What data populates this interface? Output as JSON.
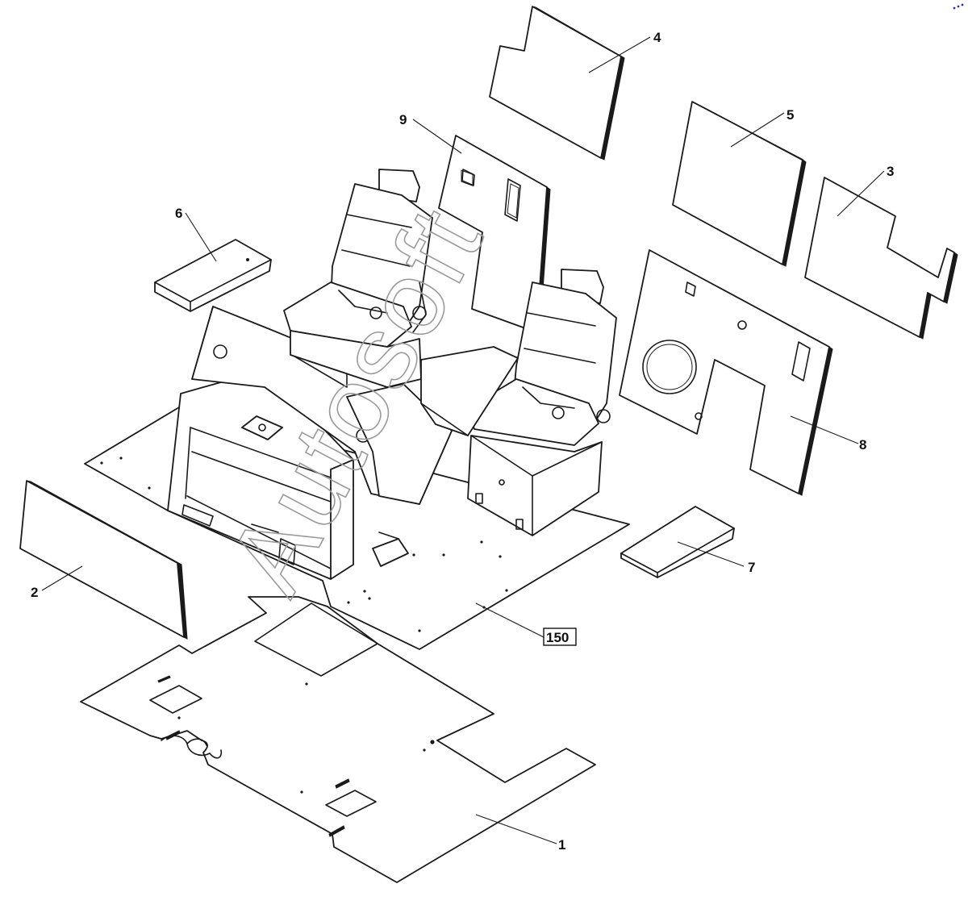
{
  "diagram": {
    "watermark": "Autosoft",
    "callouts": [
      {
        "id": "1",
        "text": "1",
        "boxed": false
      },
      {
        "id": "2",
        "text": "2",
        "boxed": false
      },
      {
        "id": "3",
        "text": "3",
        "boxed": false
      },
      {
        "id": "4",
        "text": "4",
        "boxed": false
      },
      {
        "id": "5",
        "text": "5",
        "boxed": false
      },
      {
        "id": "6",
        "text": "6",
        "boxed": false
      },
      {
        "id": "7",
        "text": "7",
        "boxed": false
      },
      {
        "id": "8",
        "text": "8",
        "boxed": false
      },
      {
        "id": "9",
        "text": "9",
        "boxed": false
      },
      {
        "id": "150",
        "text": "150",
        "boxed": true
      }
    ],
    "colors": {
      "line": "#1a1a1a",
      "watermark": "#9a9a9a",
      "corner_mark": "#3030c0"
    }
  }
}
